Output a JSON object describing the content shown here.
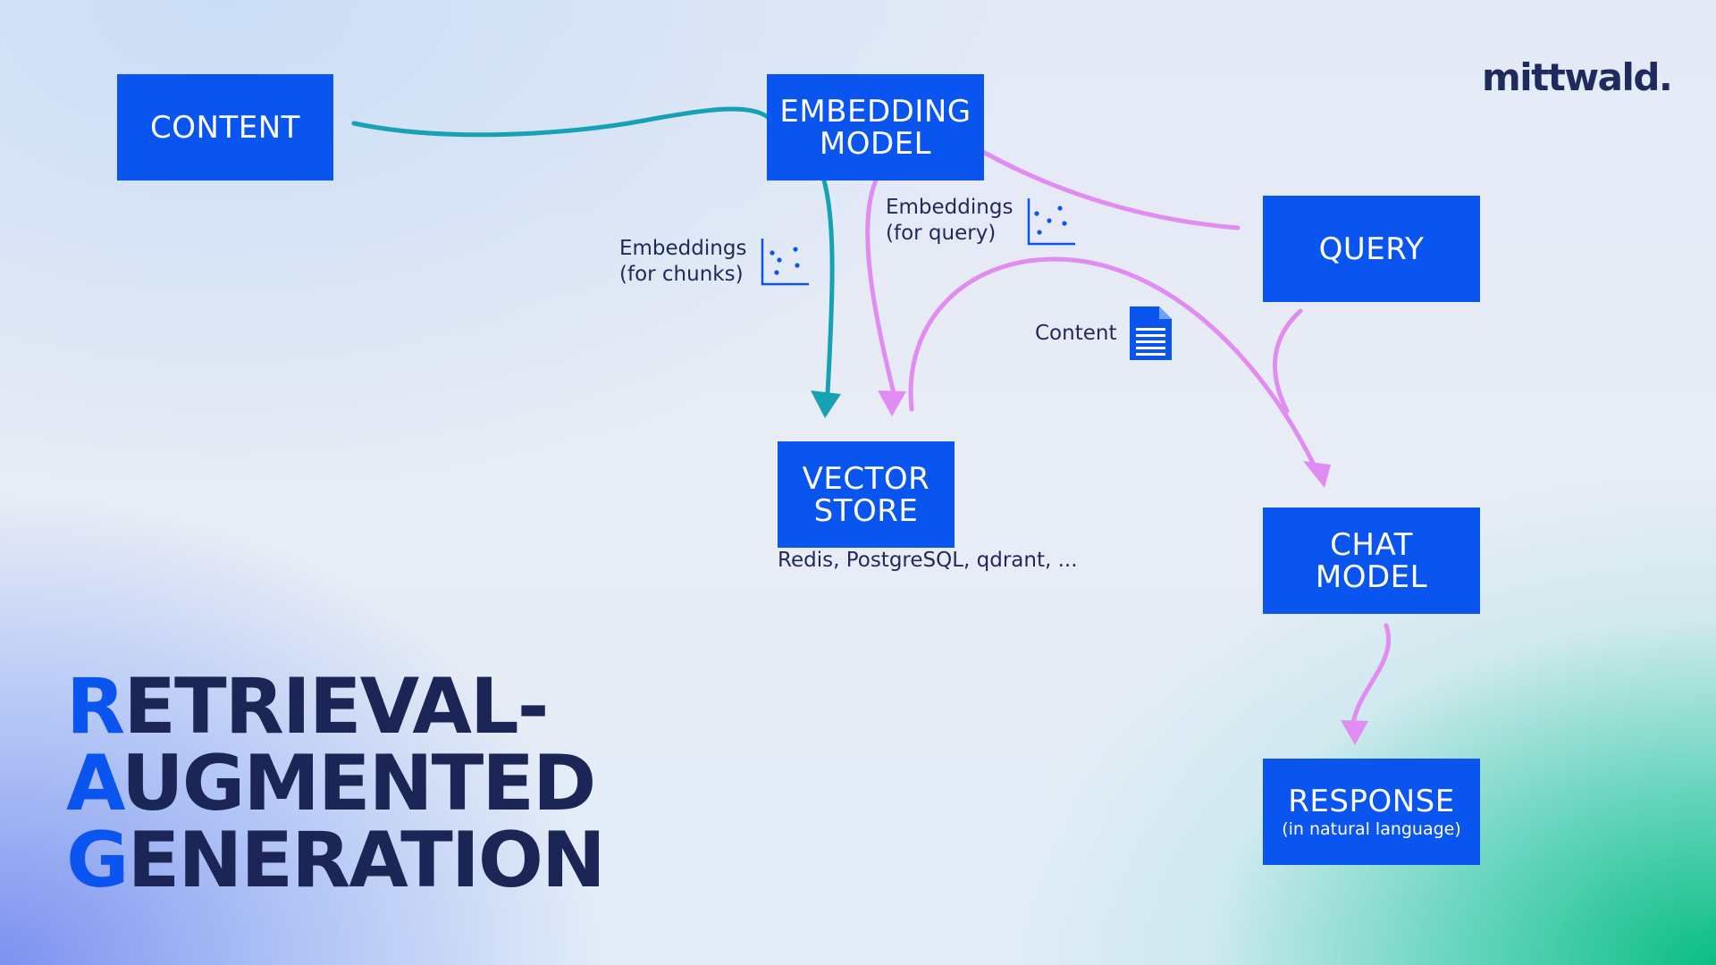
{
  "logo": {
    "text": "mittwald."
  },
  "boxes": {
    "content": {
      "label": "CONTENT"
    },
    "embedding_model": {
      "line1": "EMBEDDING",
      "line2": "MODEL"
    },
    "query": {
      "label": "QUERY"
    },
    "vector_store": {
      "line1": "VECTOR",
      "line2": "STORE"
    },
    "chat_model": {
      "line1": "CHAT",
      "line2": "MODEL"
    },
    "response": {
      "label": "RESPONSE",
      "sub": "(in natural language)"
    }
  },
  "labels": {
    "embeddings_chunks_line1": "Embeddings",
    "embeddings_chunks_line2": "(for chunks)",
    "embeddings_query_line1": "Embeddings",
    "embeddings_query_line2": "(for query)",
    "content_label": "Content",
    "vector_store_examples": "Redis, PostgreSQL, qdrant, ..."
  },
  "title": {
    "row1_initial": "R",
    "row1_rest": "ETRIEVAL-",
    "row2_initial": "A",
    "row2_rest": "UGMENTED",
    "row3_initial": "G",
    "row3_rest": "ENERATION"
  },
  "icons": [
    "scatter-plot-icon",
    "scatter-plot-icon",
    "document-icon"
  ],
  "colors": {
    "box_blue": "#0a55f0",
    "teal_arrow": "#16a2b4",
    "pink_arrow": "#e08cf2",
    "dark_navy": "#1b2657"
  }
}
